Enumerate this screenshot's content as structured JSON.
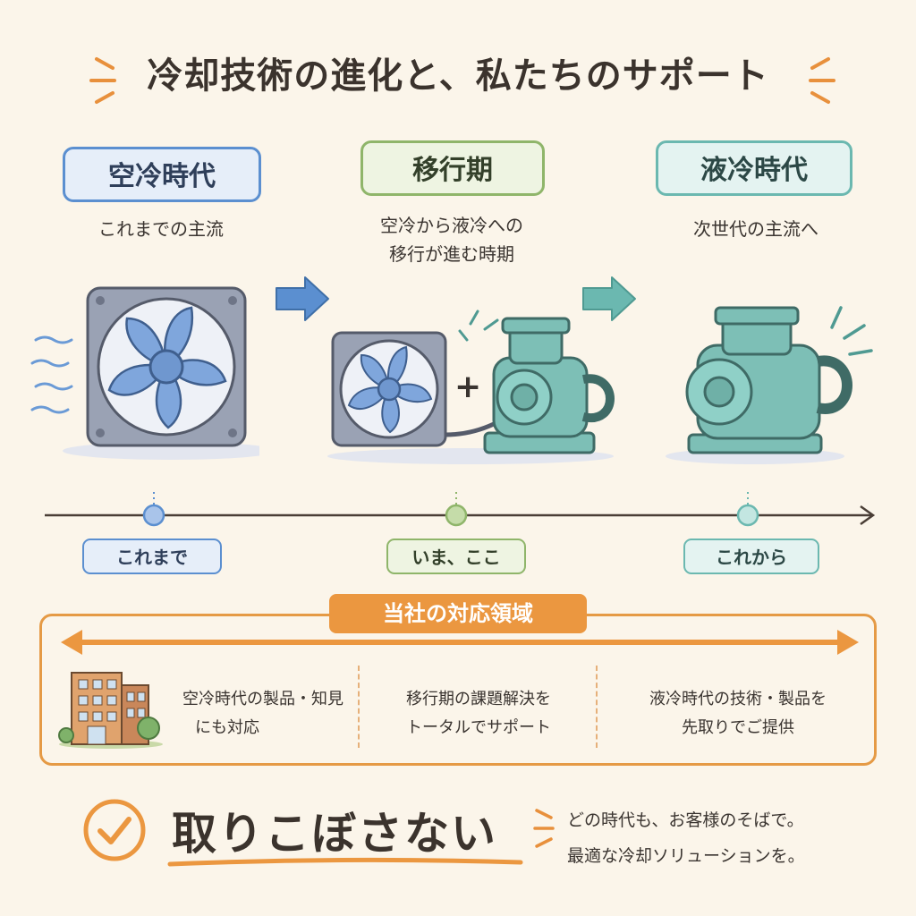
{
  "title": "冷却技術の進化と、私たちのサポート",
  "eras": [
    {
      "label": "空冷時代",
      "desc": "これまでの主流",
      "chip": "これまで",
      "color": "#5b8fd0",
      "bg": "#e6eef9"
    },
    {
      "label": "移行期",
      "desc_line1": "空冷から液冷への",
      "desc_line2": "移行が進む時期",
      "chip": "いま、ここ",
      "color": "#8fb56a",
      "bg": "#eef4e2"
    },
    {
      "label": "液冷時代",
      "desc": "次世代の主流へ",
      "chip": "これから",
      "color": "#6bb8b0",
      "bg": "#e4f3f1"
    }
  ],
  "plus_symbol": "+",
  "support": {
    "title": "当社の対応領域",
    "columns": [
      {
        "line1": "空冷時代の製品・知見",
        "line2": "にも対応"
      },
      {
        "line1": "移行期の課題解決を",
        "line2": "トータルでサポート"
      },
      {
        "line1": "液冷時代の技術・製品を",
        "line2": "先取りでご提供"
      }
    ]
  },
  "slogan": "取りこぼさない",
  "closing": {
    "line1": "どの時代も、お客様のそばで。",
    "line2": "最適な冷却ソリューションを。"
  },
  "colors": {
    "accent": "#eb9740",
    "blue": "#5b8fd0",
    "green": "#8fb56a",
    "teal": "#6bb8b0",
    "background": "#fbf5ea"
  }
}
